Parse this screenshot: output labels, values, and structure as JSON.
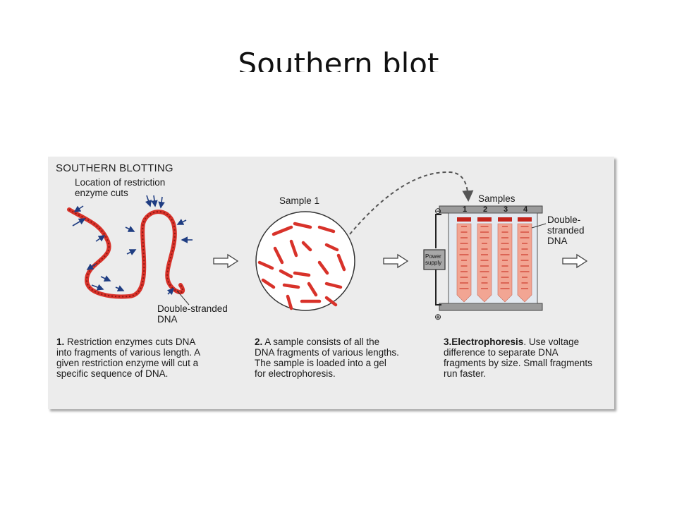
{
  "slide": {
    "title": "Southern blot"
  },
  "figure": {
    "heading": "SOUTHERN BLOTTING",
    "labels": {
      "cuts_location": "Location of restriction\nenzyme cuts",
      "ds_dna_1": "Double-stranded\nDNA",
      "sample": "Sample 1",
      "samples": "Samples",
      "ds_dna_2": "Double-\nstranded\nDNA",
      "power_supply": "Power\nsupply",
      "minus": "⊖",
      "plus": "⊕",
      "lanes": [
        "1",
        "2",
        "3",
        "4"
      ]
    },
    "steps": [
      {
        "number": "1.",
        "title": "",
        "text": " Restriction enzymes cuts DNA into fragments of various length. A given restriction enzyme will cut a specific sequence of DNA."
      },
      {
        "number": "2.",
        "title": "",
        "text": " A sample consists of all the DNA fragments of various lengths. The sample is loaded into a gel for electrophoresis."
      },
      {
        "number": "3.",
        "title": "Electrophoresis",
        "text": ". Use voltage difference to separate DNA fragments by size. Small fragments run faster."
      }
    ],
    "colors": {
      "dna": "#d8322a",
      "arrow": "#1f3d82",
      "gel": "#f2a593",
      "panel": "#ececec"
    }
  }
}
